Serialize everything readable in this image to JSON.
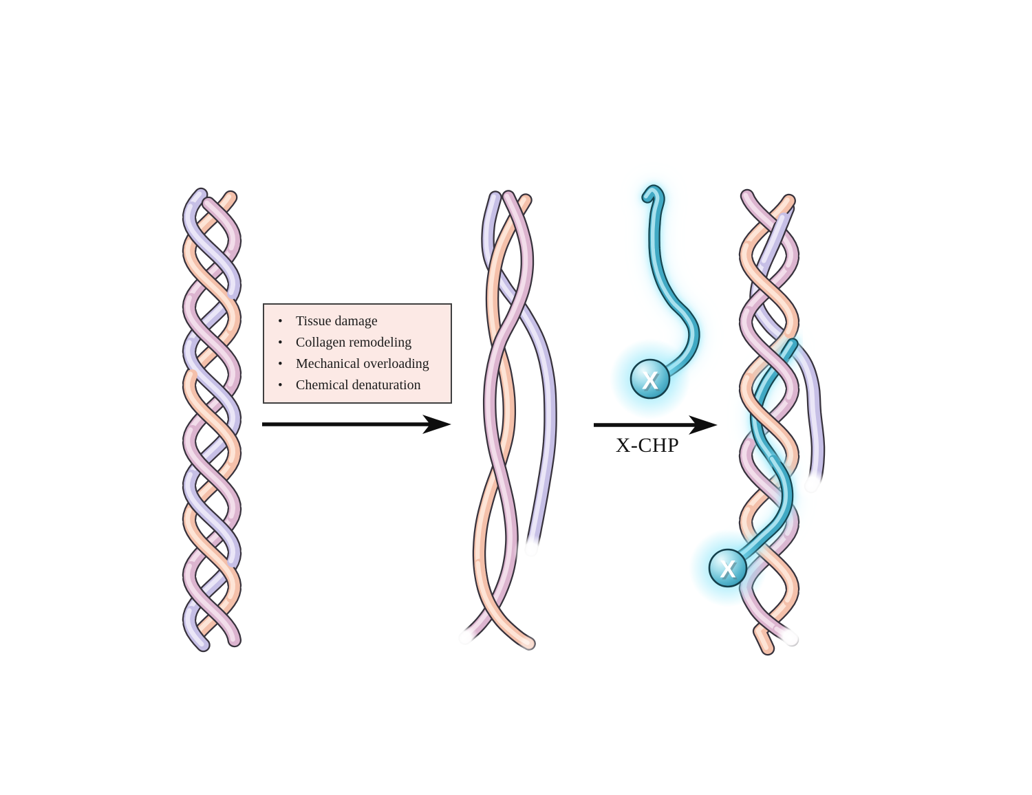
{
  "figure": {
    "description_labels": [],
    "background": "#ffffff"
  },
  "causes_box": {
    "bg": "#fce9e5",
    "border": "#3f3f3f",
    "text_color": "#1b1b1b",
    "bullet": "•",
    "items": [
      "Tissue damage",
      "Collagen remodeling",
      "Mechanical overloading",
      "Chemical denaturation"
    ]
  },
  "labels": {
    "xchp_arrow": "X-CHP",
    "badge_x_free": "X",
    "badge_x_bound": "X"
  },
  "palette": {
    "outline": "#37323c",
    "lavender": {
      "body": "#c6bfe6",
      "highlight": "#ece8f8"
    },
    "salmon": {
      "body": "#f4c0aa",
      "highlight": "#fde6d8"
    },
    "mauve": {
      "body": "#dcb4cf",
      "highlight": "#f2dfeb"
    },
    "teal": {
      "body": "#3fa9c4",
      "highlight": "#aee4f0",
      "outline": "#174450"
    },
    "glow": "#8ce6fa",
    "arrow": "#0e0e0e",
    "badge": {
      "stops": [
        "#e9fafd",
        "#a5dfec",
        "#58b7ce",
        "#2d93b0"
      ],
      "stroke": "#143f4b",
      "text": "#ffffff",
      "text_shadow": "#587f8a"
    }
  }
}
